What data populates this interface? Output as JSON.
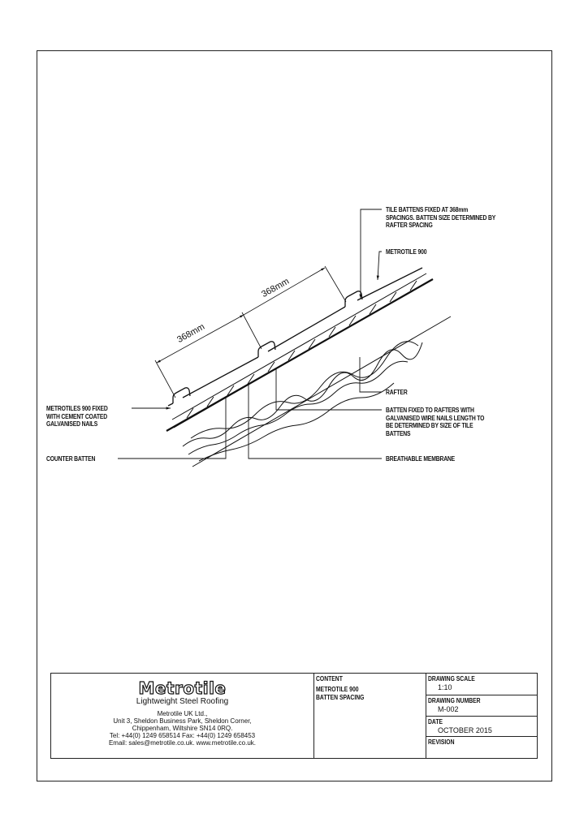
{
  "drawing": {
    "dimensions": [
      "368mm",
      "368mm"
    ],
    "labels": {
      "tile_battens": [
        "TILE BATTENS FIXED AT 368mm",
        "SPACINGS. BATTEN SIZE DETERMINED BY",
        "RAFTER SPACING"
      ],
      "metrotile": "METROTILE 900",
      "rafter": "RAFTER",
      "batten_fixed": [
        "BATTEN FIXED TO RAFTERS WITH",
        "GALVANISED WIRE NAILS LENGTH TO",
        "BE DETERMINED BY SIZE OF TILE",
        "BATTENS"
      ],
      "breathable": "BREATHABLE MEMBRANE",
      "metrotiles_fixed": [
        "METROTILES 900 FIXED",
        "WITH CEMENT COATED",
        "GALVANISED NAILS"
      ],
      "counter_batten": "COUNTER BATTEN"
    }
  },
  "title_block": {
    "logo": "Metrotile",
    "tagline": "Lightweight Steel Roofing",
    "address": [
      "Metrotile UK Ltd.,",
      "Unit 3, Sheldon Business Park, Sheldon Corner,",
      "Chippenham, Wiltshire SN14 0RQ.",
      "Tel: +44(0) 1249 658514   Fax: +44(0) 1249 658453",
      "Email: sales@metrotile.co.uk.   www.metrotile.co.uk."
    ],
    "content_label": "CONTENT",
    "content": [
      "METROTILE 900",
      "BATTEN SPACING"
    ],
    "scale_label": "DRAWING SCALE",
    "scale": "1:10",
    "number_label": "DRAWING NUMBER",
    "number": "M-002",
    "date_label": "DATE",
    "date": "OCTOBER 2015",
    "revision_label": "REVISION"
  }
}
